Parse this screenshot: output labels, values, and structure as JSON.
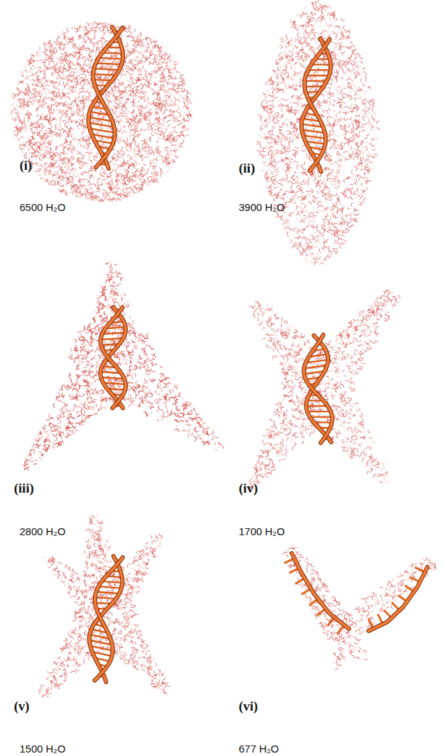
{
  "diagram": {
    "labels": [
      "(i)",
      "6500 H₂O",
      "(ii)",
      "3900 H₂O",
      "(iii)",
      "2800 H₂O",
      "(iv)",
      "1700 H₂O",
      "(v)",
      "1500 H₂O",
      "(vi)",
      "677 H₂O"
    ]
  }
}
